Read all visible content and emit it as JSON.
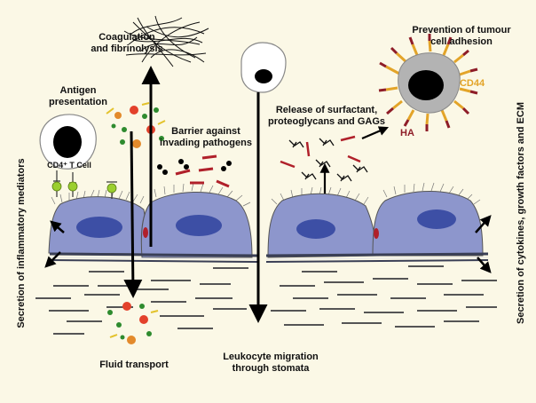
{
  "labels": {
    "coagulation_1": "Coagulation",
    "coagulation_2": "and fibrinolysis",
    "antigen_1": "Antigen",
    "antigen_2": "presentation",
    "barrier_1": "Barrier against",
    "barrier_2": "invading pathogens",
    "cd4": "CD4⁺ T Cell",
    "release_1": "Release of surfactant,",
    "release_2": "proteoglycans and GAGs",
    "prevention_1": "Prevention of tumour",
    "prevention_2": "cell adhesion",
    "cd44": "CD44",
    "ha": "HA",
    "fluid": "Fluid transport",
    "leukocyte_1": "Leukocyte migration",
    "leukocyte_2": "through stomata",
    "inflammatory": "Secretion of inflammatory mediators",
    "cytokines": "Secretion of cytokines, growth factors and ECM"
  },
  "colors": {
    "background": "#fbf8e6",
    "cell_fill": "#8d96cc",
    "nucleus": "#3d4fa5",
    "membrane": "#3a3f55",
    "fibrin_red": "#b0202a",
    "cd44_orange": "#e3a428",
    "ha_red": "#8e1d28",
    "tumour_grey": "#b3b3b3"
  },
  "icons": [
    "fibrin-mesh-icon",
    "leukocyte-icon",
    "tumour-cell-icon",
    "t-cell-icon",
    "particle-cluster-icon"
  ]
}
